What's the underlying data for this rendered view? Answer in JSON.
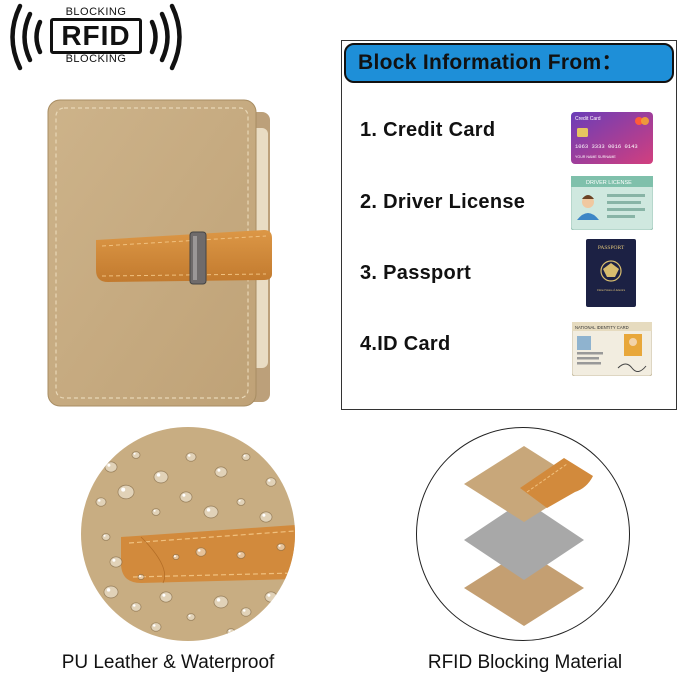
{
  "logo": {
    "top_text": "BLOCKING",
    "main_text": "RFID",
    "bottom_text": "BLOCKING"
  },
  "panel": {
    "title": "Block Information From：",
    "items": [
      {
        "label": "1. Credit Card",
        "icon": "credit-card-icon"
      },
      {
        "label": "2. Driver License",
        "icon": "driver-license-icon"
      },
      {
        "label": "3. Passport",
        "icon": "passport-icon"
      },
      {
        "label": "4.ID Card",
        "icon": "id-card-icon"
      }
    ],
    "header_color": "#1e8fd8"
  },
  "cards": {
    "credit_number": "1063 3333 0016 0143",
    "credit_title": "Credit Card",
    "credit_name": "YOUR NAME SURNAME",
    "license_title": "DRIVER LICENSE",
    "passport_title": "PASSPORT",
    "passport_country": "United States of America",
    "id_title": "NATIONAL IDENTITY CARD"
  },
  "captions": {
    "left": "PU Leather & Waterproof",
    "right": "RFID Blocking Material"
  },
  "colors": {
    "leather": "#c8ad82",
    "strap": "#d28a3c",
    "shield": "#a8a8a8"
  }
}
